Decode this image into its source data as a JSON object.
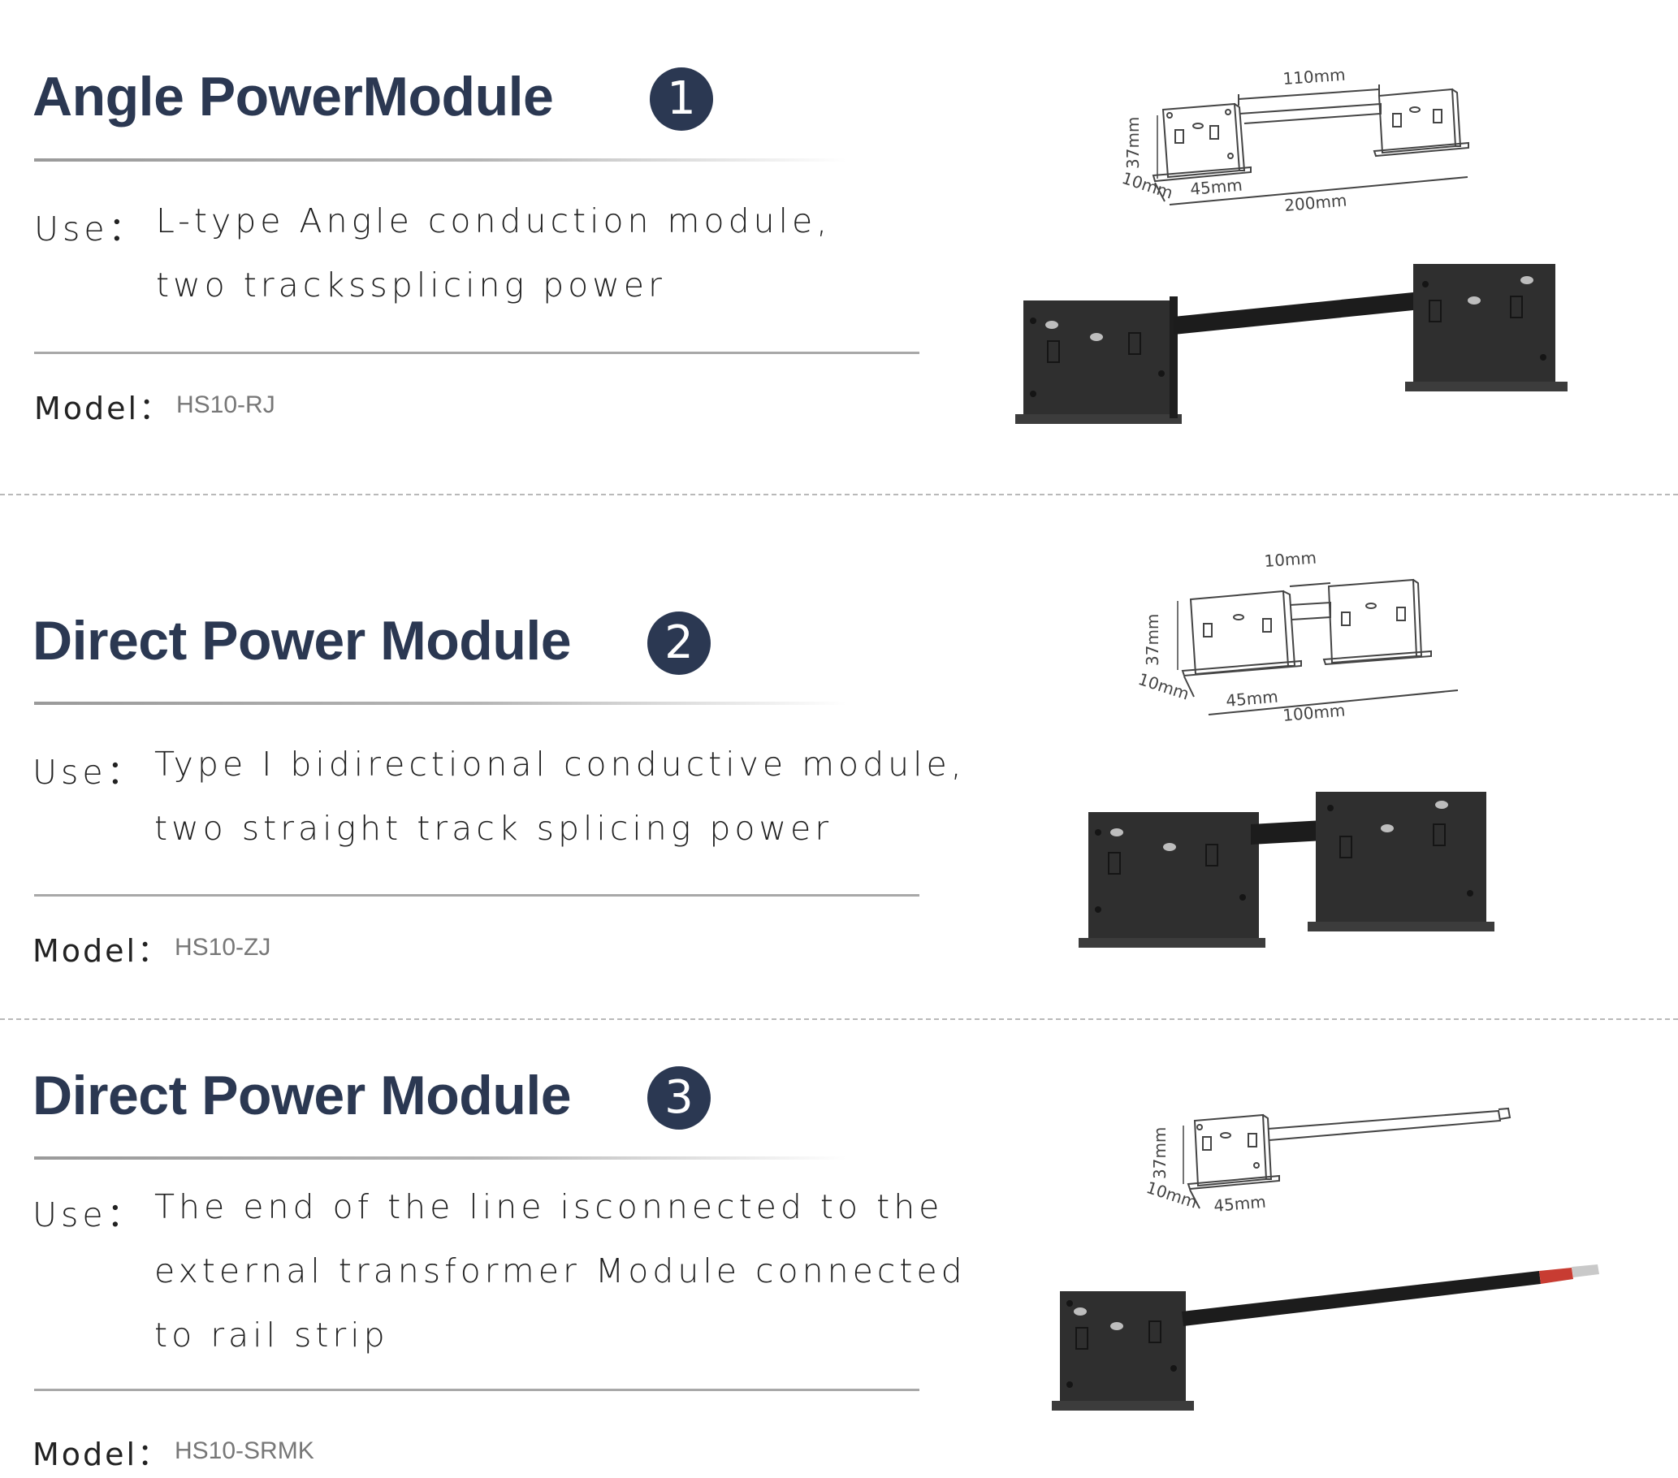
{
  "modules": [
    {
      "title": "Angle PowerModule",
      "number": "1",
      "use_label": "Use：",
      "use_lines": [
        "L-type Angle conduction module,",
        "two trackssplicing power"
      ],
      "model_label": "Model：",
      "model_value": "HS10-RJ",
      "dims": {
        "top": "110mm",
        "height": "37mm",
        "depth": "10mm",
        "width": "45mm",
        "total": "200mm"
      }
    },
    {
      "title": "Direct Power Module",
      "number": "2",
      "use_label": "Use：",
      "use_lines": [
        "Type I bidirectional conductive module,",
        "two straight track splicing power"
      ],
      "model_label": "Model：",
      "model_value": "HS10-ZJ",
      "dims": {
        "top": "10mm",
        "height": "37mm",
        "depth": "10mm",
        "width": "45mm",
        "total": "100mm"
      }
    },
    {
      "title": "Direct Power Module",
      "number": "3",
      "use_label": "Use：",
      "use_lines": [
        "The end of the line isconnected to the",
        "external transformer Module connected",
        "to rail strip"
      ],
      "model_label": "Model：",
      "model_value": "HS10-SRMK",
      "dims": {
        "height": "37mm",
        "depth": "10mm",
        "width": "45mm"
      }
    }
  ],
  "colors": {
    "title": "#2b3852",
    "module_body": "#2f2f2f",
    "sketch_line": "#444444"
  }
}
